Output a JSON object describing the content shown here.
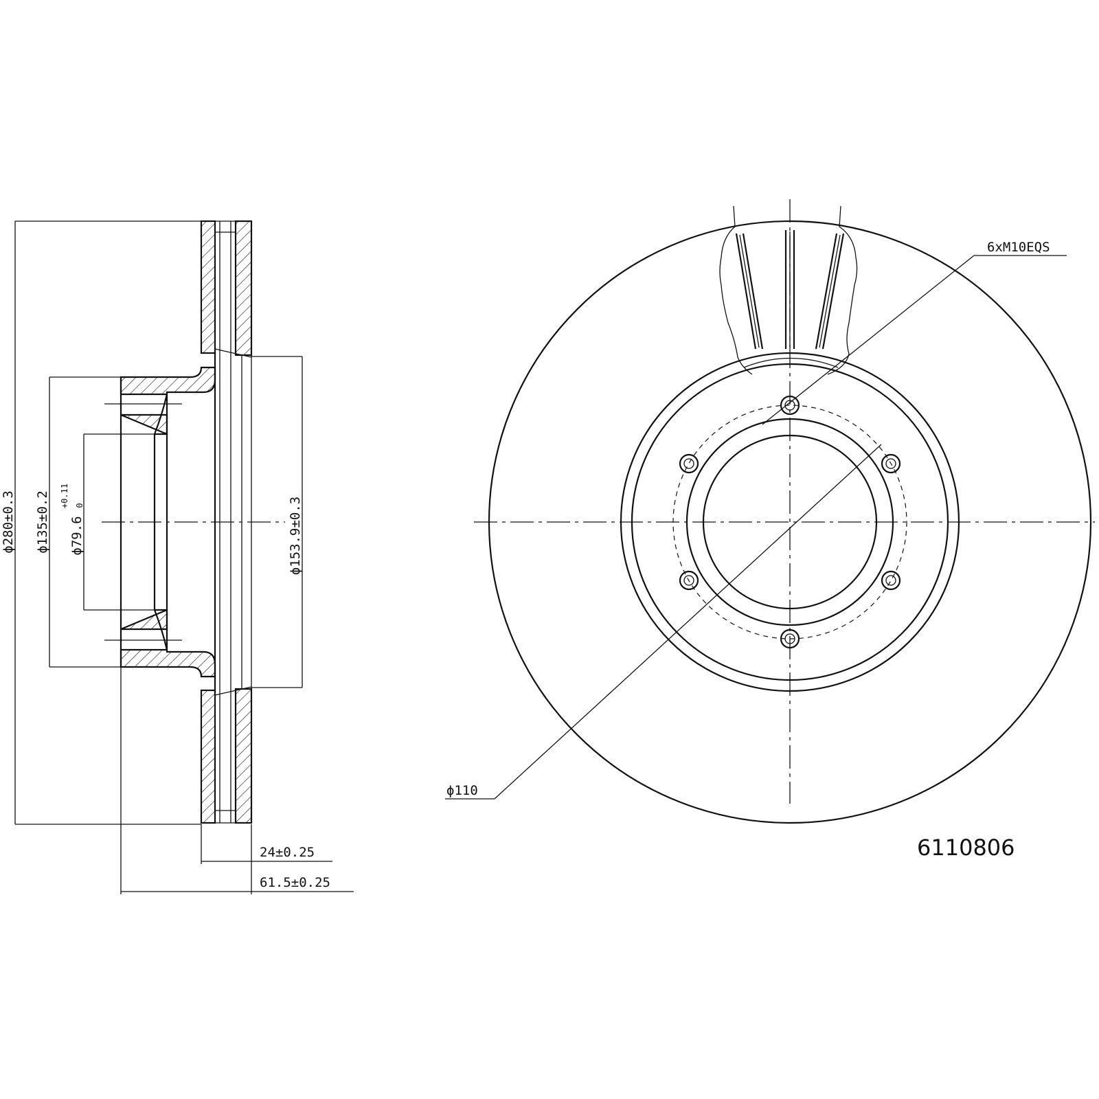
{
  "dimensions": {
    "outer_diameter": "ϕ280±0.3",
    "pcd_flange": "ϕ135±0.2",
    "bore_diameter": "ϕ79.6",
    "bore_tol_upper": "+0.11",
    "bore_tol_lower": "0",
    "hat_diameter": "ϕ153.9±0.3",
    "disc_thickness": "24±0.25",
    "total_height": "61.5±0.25",
    "bolt_circle": "ϕ110",
    "bolt_holes": "6xM10EQS"
  },
  "part_number": "6110806"
}
